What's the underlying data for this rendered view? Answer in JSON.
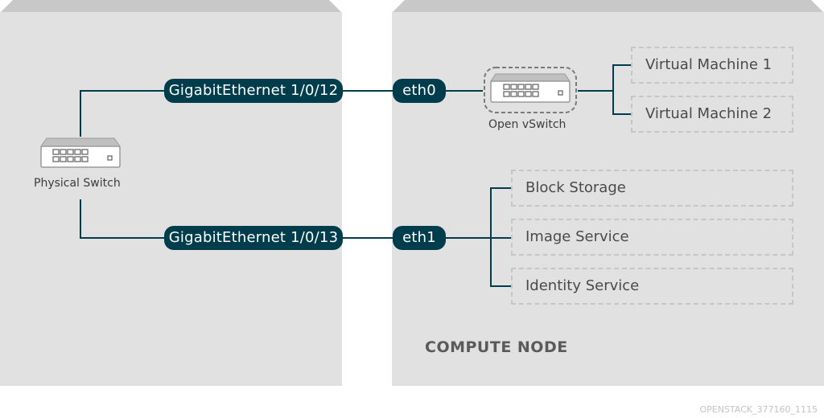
{
  "physical_switch": {
    "label": "Physical Switch",
    "icon": "switch-icon"
  },
  "interfaces": [
    {
      "port": "GigabitEthernet 1/0/12",
      "nic": "eth0"
    },
    {
      "port": "GigabitEthernet 1/0/13",
      "nic": "eth1"
    }
  ],
  "open_vswitch": {
    "label": "Open vSwitch",
    "icon": "switch-icon"
  },
  "virtual_machines": [
    "Virtual Machine 1",
    "Virtual Machine 2"
  ],
  "services": [
    "Block Storage",
    "Image Service",
    "Identity Service"
  ],
  "compute_node": {
    "title": "COMPUTE NODE"
  },
  "footer": {
    "code": "OPENSTACK_377160_1115"
  },
  "colors": {
    "link": "#003d4c",
    "panel": "#e1e1e1",
    "dash": "#c6c6c6"
  }
}
